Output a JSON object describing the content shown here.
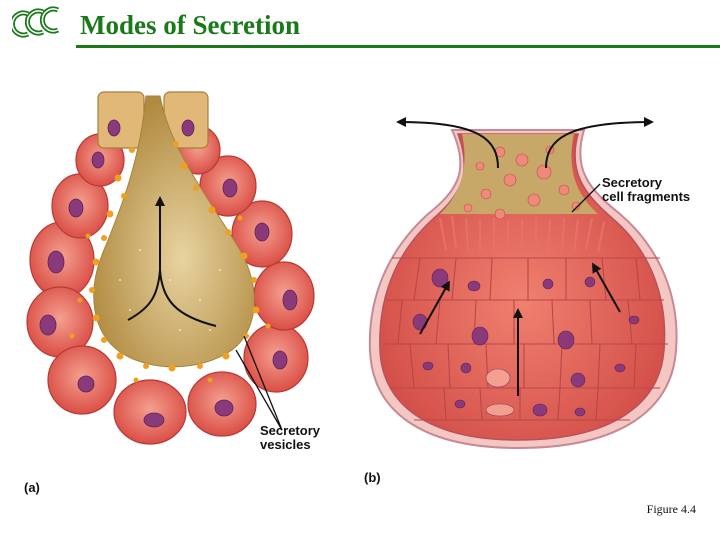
{
  "header": {
    "title": "Modes of Secretion",
    "logo_colors": [
      "#1a7a1a",
      "#ffffff"
    ]
  },
  "panel_a": {
    "part_label": "(a)",
    "vesicles_label_line1": "Secretory",
    "vesicles_label_line2": "vesicles"
  },
  "panel_b": {
    "part_label": "(b)",
    "fragments_label_line1": "Secretory",
    "fragments_label_line2": "cell fragments"
  },
  "caption": "Figure 4.4",
  "colors": {
    "cell_fill": "#e8605a",
    "cell_light": "#f29a8a",
    "nucleus": "#8a3a7a",
    "lumen": "#c8a860",
    "vesicle": "#f0a020",
    "accent": "#1a7a1a"
  }
}
